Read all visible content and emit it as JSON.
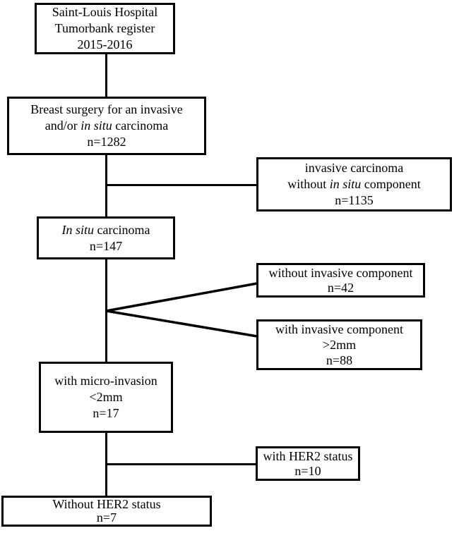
{
  "figure": {
    "background_color": "#ffffff",
    "line_color": "#000000",
    "boxes": [
      {
        "name": "registry",
        "lines": [
          [
            {
              "text": "Saint-Louis Hospital"
            }
          ],
          [
            {
              "text": "Tumorbank register"
            }
          ],
          [
            {
              "text": "2015-2016"
            }
          ]
        ]
      },
      {
        "name": "breast-surgery",
        "lines": [
          [
            {
              "text": "Breast surgery for an invasive"
            }
          ],
          [
            {
              "text": "and/or "
            },
            {
              "text": "in situ",
              "italic": true
            },
            {
              "text": " carcinoma"
            }
          ],
          [
            {
              "text": "n=1282"
            }
          ]
        ]
      },
      {
        "name": "invasive-without-insitu",
        "lines": [
          [
            {
              "text": "invasive carcinoma"
            }
          ],
          [
            {
              "text": "without "
            },
            {
              "text": "in situ",
              "italic": true
            },
            {
              "text": " component"
            }
          ],
          [
            {
              "text": "n=1135"
            }
          ]
        ]
      },
      {
        "name": "insitu-carcinoma",
        "lines": [
          [
            {
              "text": "In situ",
              "italic": true
            },
            {
              "text": " carcinoma"
            }
          ],
          [
            {
              "text": "n=147"
            }
          ]
        ]
      },
      {
        "name": "without-invasive-component",
        "lines": [
          [
            {
              "text": "without invasive component"
            }
          ],
          [
            {
              "text": "n=42"
            }
          ]
        ]
      },
      {
        "name": "with-invasive-component",
        "lines": [
          [
            {
              "text": "with invasive component"
            }
          ],
          [
            {
              "text": ">2mm"
            }
          ],
          [
            {
              "text": "n=88"
            }
          ]
        ]
      },
      {
        "name": "micro-invasion",
        "lines": [
          [
            {
              "text": "with micro-invasion"
            }
          ],
          [
            {
              "text": "<2mm"
            }
          ],
          [
            {
              "text": "n=17"
            }
          ]
        ]
      },
      {
        "name": "with-her2-status",
        "lines": [
          [
            {
              "text": "with HER2 status"
            }
          ],
          [
            {
              "text": "n=10"
            }
          ]
        ]
      },
      {
        "name": "without-her2-status",
        "lines": [
          [
            {
              "text": "Without HER2 status"
            }
          ],
          [
            {
              "text": "n=7"
            }
          ]
        ]
      }
    ]
  }
}
